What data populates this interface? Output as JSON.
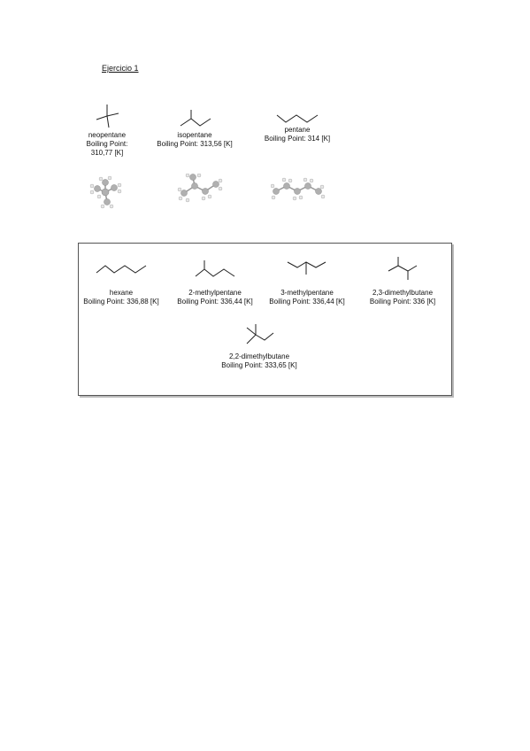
{
  "page": {
    "title": "Ejercicio 1"
  },
  "top_row": [
    {
      "name": "neopentane",
      "bp": "Boiling Point: 310,77 [K]"
    },
    {
      "name": "isopentane",
      "bp": "Boiling Point: 313,56 [K]"
    },
    {
      "name": "pentane",
      "bp": "Boiling Point: 314 [K]"
    }
  ],
  "box": {
    "molecules": [
      {
        "name": "hexane",
        "bp": "Boiling Point: 336,88 [K]"
      },
      {
        "name": "2-methylpentane",
        "bp": "Boiling Point: 336,44 [K]"
      },
      {
        "name": "3-methylpentane",
        "bp": "Boiling Point: 336,44 [K]"
      },
      {
        "name": "2,3-dimethylbutane",
        "bp": "Boiling Point: 336 [K]"
      },
      {
        "name": "2,2-dimethylbutane",
        "bp": "Boiling Point: 333,65 [K]"
      }
    ]
  }
}
